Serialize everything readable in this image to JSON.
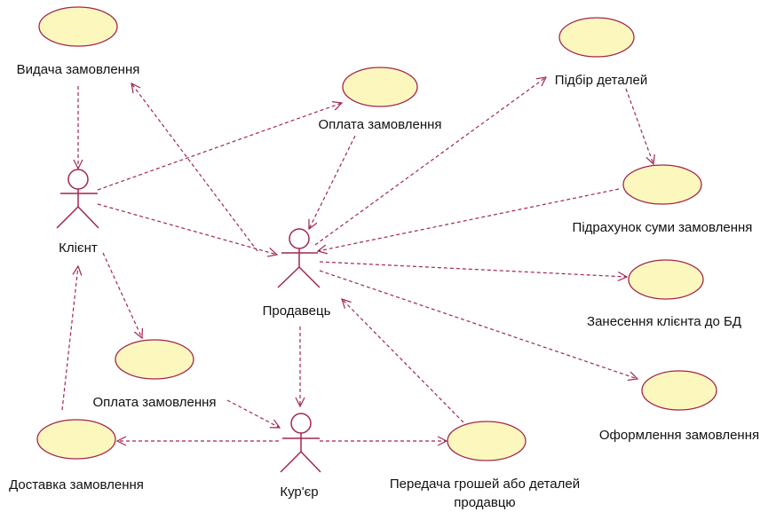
{
  "diagram": {
    "type": "use-case",
    "colors": {
      "stroke": "#a3274d",
      "fill": "#fbf7bd"
    },
    "actors": {
      "client": "Клієнт",
      "seller": "Продавець",
      "courier": "Кур'єр"
    },
    "use_cases": {
      "issue_order": "Видача замовлення",
      "pay_order_top": "Оплата замовлення",
      "select_parts": "Підбір деталей",
      "calc_sum": "Підрахунок суми замовлення",
      "add_client_db": "Занесення клієнта до БД",
      "make_order": "Оформлення замовлення",
      "pay_order_bottom": "Оплата замовлення",
      "delivery": "Доставка замовлення",
      "transfer_line1": "Передача грошей або деталей",
      "transfer_line2": "продавцю"
    }
  }
}
